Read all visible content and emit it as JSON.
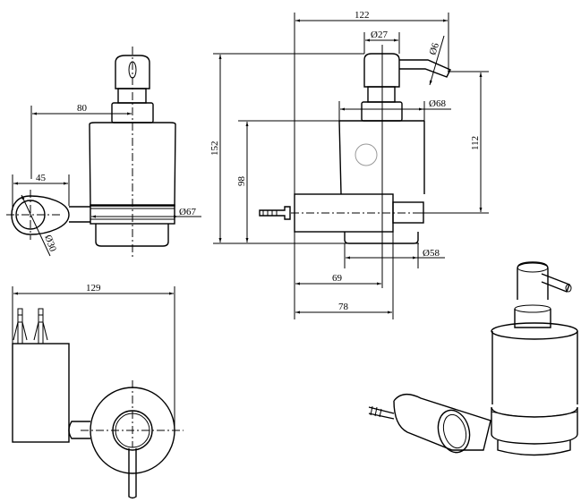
{
  "drawing": {
    "front_view": {
      "dim_offset": "80",
      "dim_plate_width": "45",
      "dim_ring_dia": "Ø67",
      "dim_plate_dia": "Ø30"
    },
    "side_view": {
      "dim_total_depth": "122",
      "dim_head_dia": "Ø27",
      "dim_spout_dia": "Ø6",
      "dim_collar_dia": "Ø68",
      "dim_total_height": "152",
      "dim_body_height": "98",
      "dim_spout_height": "112",
      "dim_cup_dia": "Ø58",
      "dim_bracket_center": "69",
      "dim_bracket_depth": "78"
    },
    "top_view": {
      "dim_width": "129"
    },
    "colors": {
      "line": "#000000",
      "hidden_circle": "#999999"
    }
  }
}
